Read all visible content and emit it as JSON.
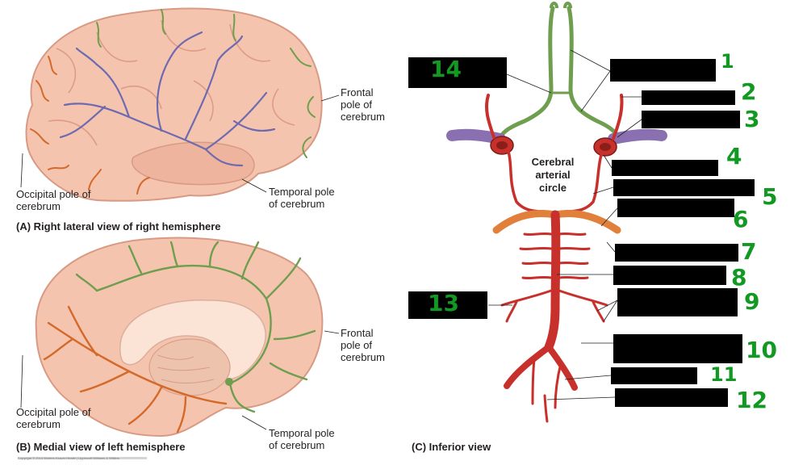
{
  "panels": {
    "a": {
      "title": "(A) Right lateral view of right hemisphere",
      "labels": {
        "frontal": [
          "Frontal",
          "pole of",
          "cerebrum"
        ],
        "occipital": [
          "Occipital pole of",
          "cerebrum"
        ],
        "temporal": [
          "Temporal pole",
          "of cerebrum"
        ]
      }
    },
    "b": {
      "title": "(B) Medial view of left hemisphere",
      "labels": {
        "frontal": [
          "Frontal",
          "pole of",
          "cerebrum"
        ],
        "occipital": [
          "Occipital pole of",
          "cerebrum"
        ],
        "temporal": [
          "Temporal pole",
          "of cerebrum"
        ]
      }
    },
    "c": {
      "title": "(C) Inferior view",
      "center_label": [
        "Cerebral",
        "arterial",
        "circle"
      ]
    }
  },
  "copyright": "Copyright © 2014 Wolters Kluwer Health | Lippincott Williams & Wilkins",
  "handwritten_numbers": [
    "1",
    "2",
    "3",
    "4",
    "5",
    "6",
    "7",
    "8",
    "9",
    "10",
    "11",
    "12",
    "13",
    "14"
  ],
  "colors": {
    "brain": "#f5c4ae",
    "brain_shadow": "#e2a088",
    "anterior_artery": "#6e9e4e",
    "middle_artery": "#6e6ab0",
    "posterior_artery": "#d4692a",
    "red_artery": "#c8312b",
    "carotid_purple": "#8a70b0",
    "handwriting": "#119922"
  }
}
